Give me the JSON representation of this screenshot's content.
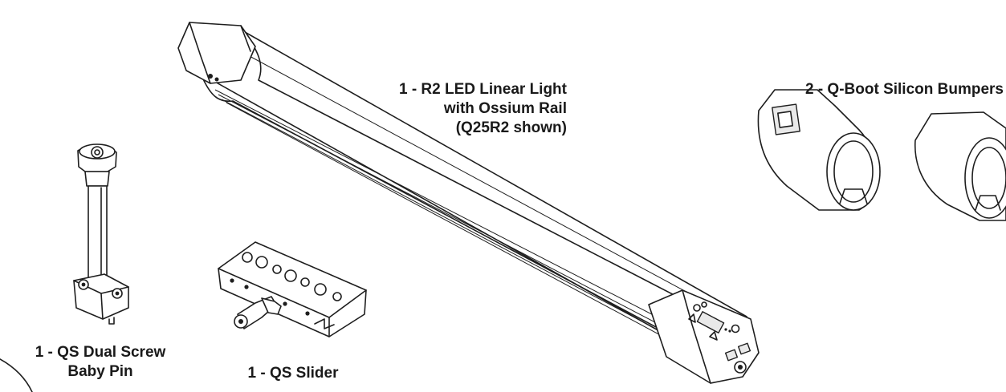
{
  "components": {
    "r2_light": {
      "lines": [
        "1 - R2 LED Linear Light",
        "with Ossium Rail",
        "(Q25R2 shown)"
      ]
    },
    "bumpers": {
      "lines": [
        "2 - Q-Boot Silicon Bumpers"
      ]
    },
    "baby_pin": {
      "lines": [
        "1 - QS Dual Screw",
        "Baby Pin"
      ]
    },
    "slider": {
      "lines": [
        "1 - QS Slider"
      ]
    }
  }
}
